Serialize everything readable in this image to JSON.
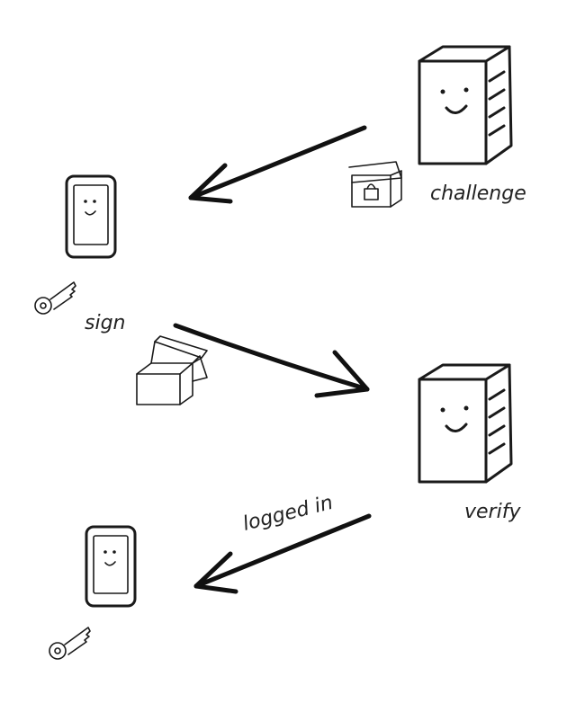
{
  "labels": {
    "challenge": "challenge",
    "sign": "sign",
    "verify": "verify",
    "logged_in": "logged in"
  },
  "icons": {
    "server": "server-icon",
    "phone": "phone-icon",
    "key": "key-icon",
    "locked_box": "locked-box-icon",
    "open_box": "open-box-icon"
  },
  "colors": {
    "ink": "#1a1a1a",
    "background": "#ffffff"
  }
}
